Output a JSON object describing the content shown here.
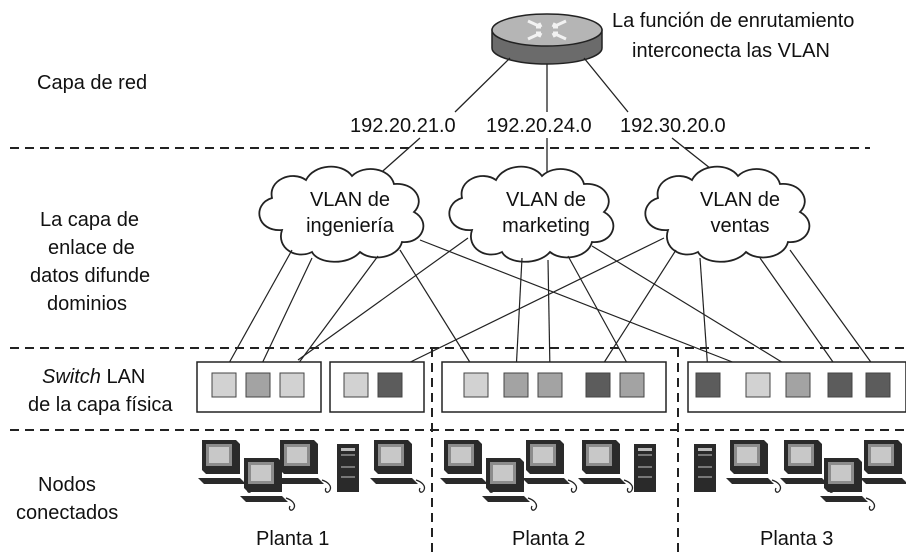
{
  "header": {
    "router_caption_line1": "La función de enrutamiento",
    "router_caption_line2": "interconecta las VLAN"
  },
  "layers": {
    "network": "Capa de red",
    "datalink": [
      "La capa de",
      "enlace de",
      "datos difunde",
      "dominios"
    ],
    "physical_italic": "Switch",
    "physical_rest": " LAN",
    "physical_line2": "de la capa física",
    "nodes": [
      "Nodos",
      "conectados"
    ]
  },
  "subnets": [
    "192.20.21.0",
    "192.20.24.0",
    "192.30.20.0"
  ],
  "vlans": [
    {
      "line1": "VLAN de",
      "line2": "ingeniería"
    },
    {
      "line1": "VLAN de",
      "line2": "marketing"
    },
    {
      "line1": "VLAN de",
      "line2": "ventas"
    }
  ],
  "floors": [
    "Planta 1",
    "Planta 2",
    "Planta 3"
  ],
  "colors": {
    "vlan_ingenieria": "#d2d2d2",
    "vlan_marketing": "#a3a3a3",
    "vlan_ventas": "#5c5c5c",
    "line": "#222222",
    "router": "#8a8a8a"
  }
}
